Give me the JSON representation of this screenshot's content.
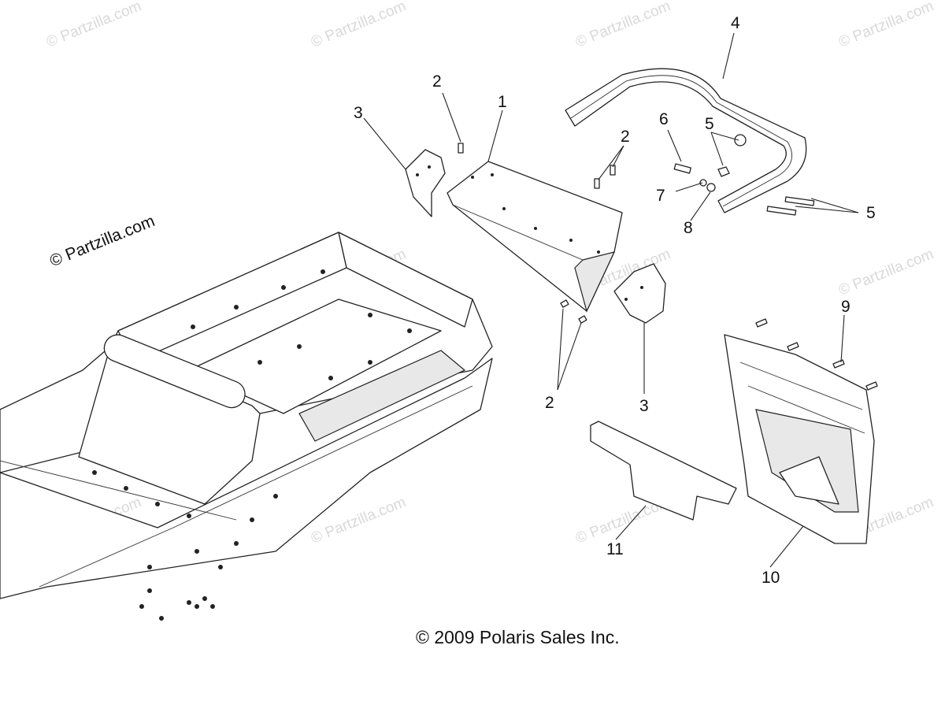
{
  "watermark": "© Partzilla.com",
  "brand_label": "© Partzilla.com",
  "copyright": "© 2009 Polaris Sales Inc.",
  "callouts": [
    "1",
    "2",
    "2",
    "2",
    "3",
    "3",
    "4",
    "5",
    "5",
    "6",
    "7",
    "8",
    "9",
    "10",
    "11"
  ]
}
